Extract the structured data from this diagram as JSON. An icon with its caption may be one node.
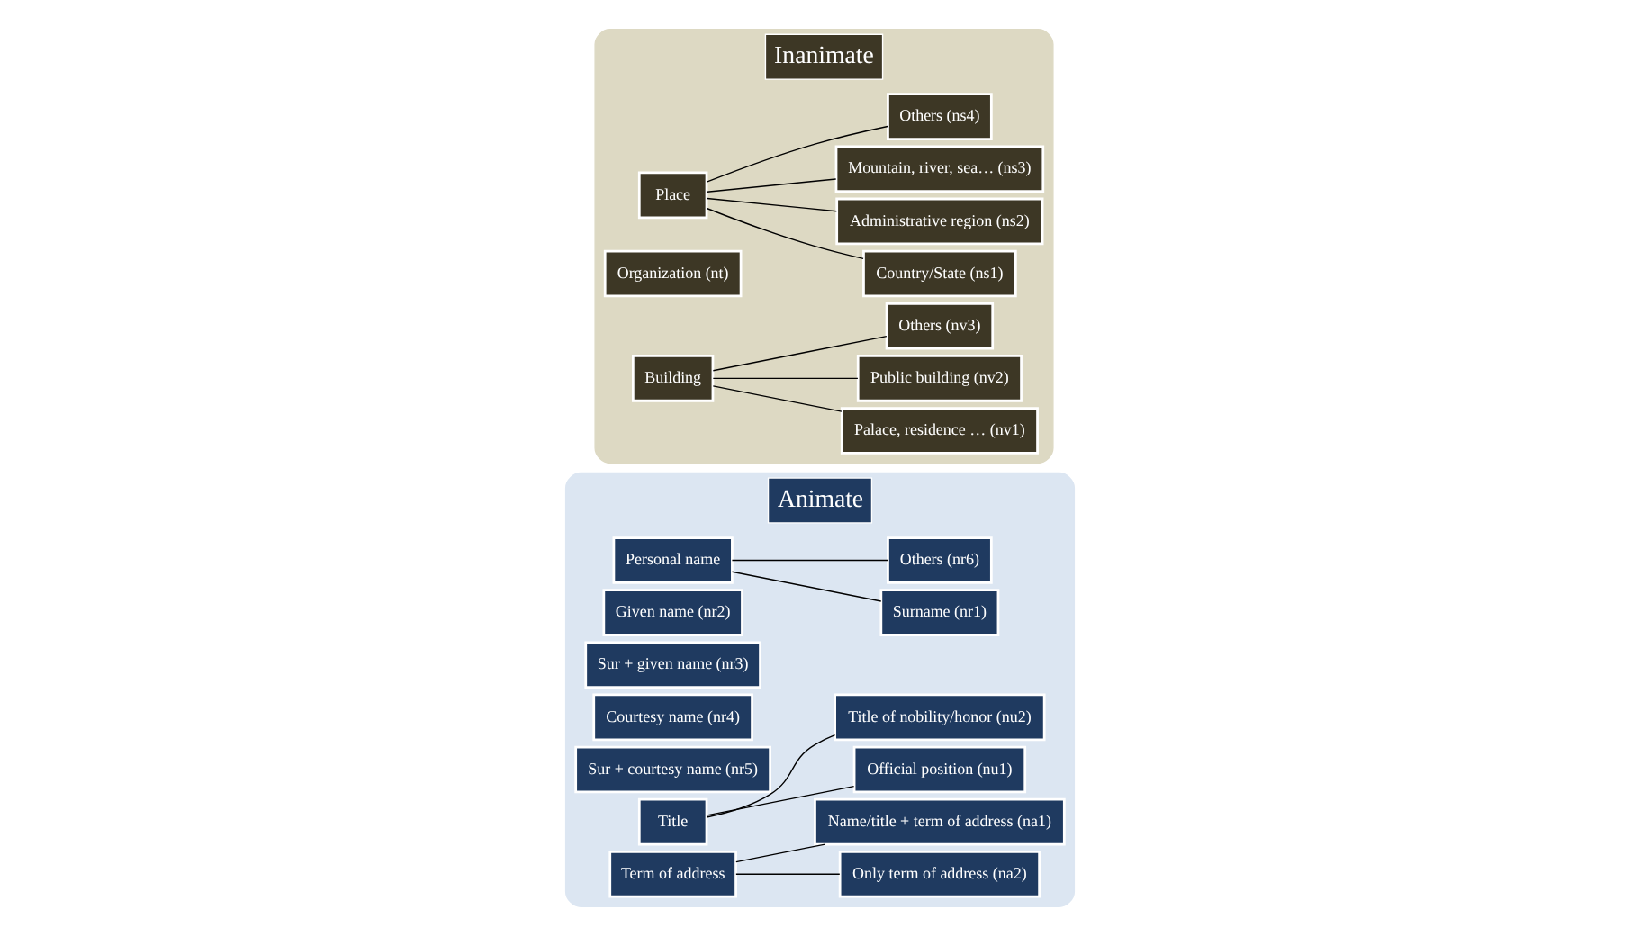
{
  "diagram": {
    "nodes": [
      {
        "text": [
          "Animate"
        ]
      },
      {
        "text": [
          "Personal name"
        ],
        "in": 0
      },
      {
        "text": [
          "Surname (nr1)"
        ],
        "in": 0
      },
      {
        "text": [
          "Given name (nr2)"
        ],
        "in": 0
      },
      {
        "text": [
          "Sur + given name (nr3)"
        ],
        "in": 0
      },
      {
        "text": [
          "Courtesy name (nr4)"
        ],
        "in": 0
      },
      {
        "text": [
          "Sur + courtesy name (nr5)"
        ],
        "in": 0
      },
      {
        "text": [
          "Others (nr6)"
        ],
        "in": 0
      },
      {
        "text": [
          "Title"
        ],
        "in": 0
      },
      {
        "text": [
          "Official position (nu1)"
        ],
        "in": 0
      },
      {
        "text": [
          "Title of nobility/honor (nu2)"
        ],
        "in": 0
      },
      {
        "text": [
          "Term of address"
        ],
        "in": 0
      },
      {
        "text": [
          "Only term of address (na2)"
        ],
        "in": 0
      },
      {
        "text": [
          "Name/title + term of address (na1)"
        ],
        "in": 0
      },
      {
        "text": [
          "Inanimate"
        ]
      },
      {
        "text": [
          "Place"
        ],
        "in": 14
      },
      {
        "text": [
          "Country/State (ns1)"
        ],
        "in": 14
      },
      {
        "text": [
          "Administrative region (ns2)"
        ],
        "in": 14
      },
      {
        "text": [
          "Mountain, river, sea… (ns3)"
        ],
        "in": 14
      },
      {
        "text": [
          "Others (ns4)"
        ],
        "in": 14
      },
      {
        "text": [
          "Organization (nt)"
        ],
        "in": 14
      },
      {
        "text": [
          "Building"
        ],
        "in": 14
      },
      {
        "text": [
          "Palace, residence … (nv1)"
        ],
        "in": 14
      },
      {
        "text": [
          "Public building (nv2)"
        ],
        "in": 14
      },
      {
        "text": [
          "Others (nv3)"
        ],
        "in": 14
      }
    ],
    "edges": [
      {
        "from": 1,
        "to": 2,
        "arrow": "none"
      },
      {
        "from": 1,
        "to": 7,
        "arrow": "none"
      },
      {
        "from": 8,
        "to": 9,
        "arrow": "none"
      },
      {
        "from": 8,
        "to": 10,
        "arrow": "none"
      },
      {
        "from": 11,
        "to": 12,
        "arrow": "none"
      },
      {
        "from": 11,
        "to": 13,
        "arrow": "none"
      },
      {
        "from": 15,
        "to": 16,
        "arrow": "none"
      },
      {
        "from": 15,
        "to": 17,
        "arrow": "none"
      },
      {
        "from": 15,
        "to": 18,
        "arrow": "none"
      },
      {
        "from": 15,
        "to": 19,
        "arrow": "none"
      },
      {
        "from": 21,
        "to": 22,
        "arrow": "none"
      },
      {
        "from": 21,
        "to": 23,
        "arrow": "none"
      },
      {
        "from": 21,
        "to": 24,
        "arrow": "none"
      }
    ]
  }
}
